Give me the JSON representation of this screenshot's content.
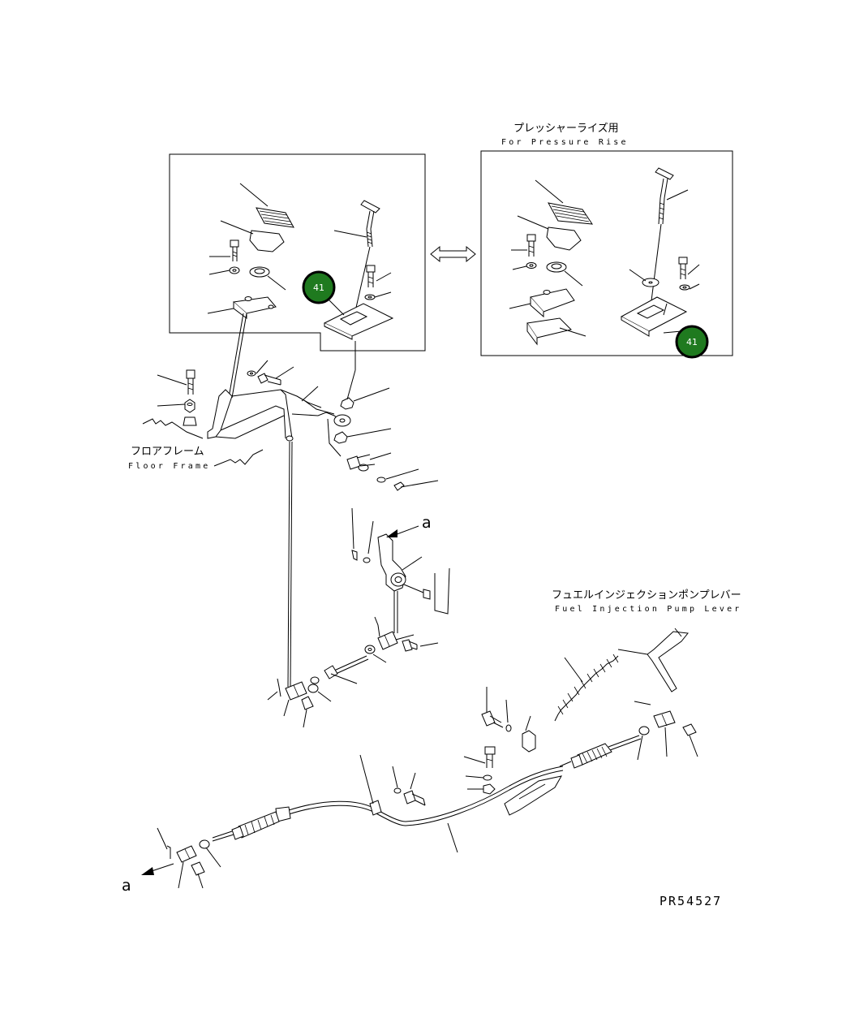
{
  "labels": {
    "pressure_rise_jp": "プレッシャーライズ用",
    "pressure_rise_en": "For Pressure Rise",
    "floor_frame_jp": "フロアフレーム",
    "floor_frame_en": "Floor Frame",
    "fuel_lever_jp": "フュエルインジェクションポンプレバー",
    "fuel_lever_en": "Fuel Injection Pump Lever",
    "arrow_a_top": "a",
    "arrow_a_bottom": "a",
    "drawing_code": "PR54527"
  },
  "badges": [
    {
      "id": "badge-left",
      "text": "41"
    },
    {
      "id": "badge-right",
      "text": "41"
    }
  ],
  "colors": {
    "badge_fill": "#1f7a1f",
    "badge_text": "#ffffff",
    "line": "#000000",
    "background": "#ffffff"
  }
}
